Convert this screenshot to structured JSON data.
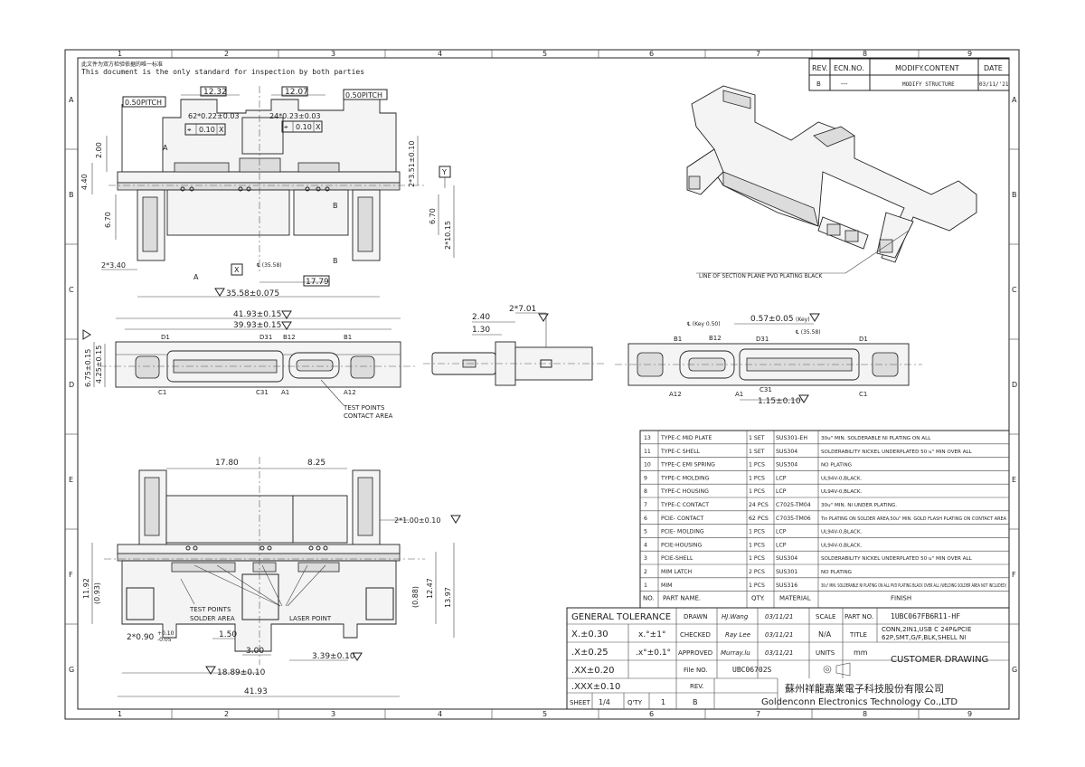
{
  "frame": {
    "columns": [
      "1",
      "2",
      "3",
      "4",
      "5",
      "6",
      "7",
      "8",
      "9"
    ],
    "rows": [
      "A",
      "B",
      "C",
      "D",
      "E",
      "F",
      "G"
    ]
  },
  "header_note": {
    "cn": "此文件为双方检验依据的唯一标准",
    "en": "This document is the only standard for inspection by both parties"
  },
  "revision_table": {
    "headers": [
      "REV.",
      "ECN.NO.",
      "MODIFY.CONTENT",
      "DATE"
    ],
    "row": [
      "B",
      "---",
      "MODIFY STRUCTURE",
      "03/11/'21"
    ]
  },
  "top_view": {
    "pitch_left": "0.50PITCH",
    "pitch_right": "0.50PITCH",
    "dim_1232": "12.32",
    "dim_1207": "12.07",
    "tol_62": "62*0.22±0.03",
    "tol_24": "24*0.23±0.03",
    "fcf_left": [
      "⌖",
      "0.10",
      "X"
    ],
    "fcf_right": [
      "⌖",
      "0.10",
      "X"
    ],
    "dim_200": "2.00",
    "dim_440": "4.40",
    "dim_670_left": "6.70",
    "dim_670_right": "6.70",
    "dim_2x351": "2*3.51±0.10",
    "dim_2x1015": "2*10.15",
    "dim_2x340": "2*3.40",
    "datum_y": "Y",
    "datum_x": "X",
    "cl_note": "℄ (35.58)",
    "dim_1779": "17.79",
    "dim_3558": "35.58±0.075",
    "sec_a1": "A",
    "sec_a2": "A",
    "sec_b1": "B",
    "sec_b2": "B"
  },
  "front_view": {
    "dim_4193": "41.93±0.15",
    "dim_3993": "39.93±0.15",
    "dim_675": "6.75±0.15",
    "dim_425": "4.25±0.15",
    "labels": [
      "D1",
      "D31",
      "B12",
      "B1",
      "C1",
      "C31",
      "A1",
      "A12"
    ],
    "test_points": "TEST POINTS",
    "contact_area": "CONTACT AREA"
  },
  "side_view": {
    "dim_240": "2.40",
    "dim_130": "1.30",
    "dim_2x701": "2*7.01"
  },
  "rear_view": {
    "key_note": "℄ (Key 0.50)",
    "dim_057": "0.57±0.05",
    "key_suffix": "(Key)",
    "cl_note": "℄ (35.58)",
    "labels": [
      "B1",
      "B12",
      "D31",
      "D1",
      "A12",
      "A1",
      "C31",
      "C1"
    ],
    "dim_115": "1.15±0.10"
  },
  "iso_view": {
    "caption": "LINE OF SECTION PLANE PVD PLATING BLACK"
  },
  "bottom_view": {
    "dim_1780": "17.80",
    "dim_825": "8.25",
    "dim_2x100": "2*1.00±0.10",
    "dim_1192": "11.92",
    "dim_093": "(0.93)",
    "dim_088": "(0.88)",
    "dim_1247": "12.47",
    "dim_1397": "13.97",
    "test_points": "TEST POINTS",
    "solder_area": "SOLDER AREA",
    "laser_point": "LASER POINT",
    "dim_2x090": "2*0.90",
    "tol_090_up": "+0.10",
    "tol_090_dn": "-0.05",
    "dim_150": "1.50",
    "dim_300": "3.00",
    "dim_339": "3.39±0.10",
    "dim_1889": "18.89±0.10",
    "dim_4193": "41.93"
  },
  "bom": {
    "header": [
      "NO.",
      "PART NAME.",
      "QTY.",
      "MATERIAL",
      "FINISH"
    ],
    "rows": [
      {
        "no": "13",
        "name": "TYPE-C MID PLATE",
        "qty": "1 SET",
        "mat": "SUS301-EH",
        "finish": "30u\" MIN. SOLDERABLE NI PLATING ON ALL"
      },
      {
        "no": "11",
        "name": "TYPE-C SHELL",
        "qty": "1 SET",
        "mat": "SUS304",
        "finish": "SOLDERABILITY NICKEL UNDERPLATED 50 u\" MIN  OVER ALL"
      },
      {
        "no": "10",
        "name": "TYPE-C EMI SPRING",
        "qty": "1 PCS",
        "mat": "SUS304",
        "finish": "NO PLATING"
      },
      {
        "no": "9",
        "name": "TYPE-C MOLDING",
        "qty": "1 PCS",
        "mat": "LCP",
        "finish": "UL94V-0,BLACK."
      },
      {
        "no": "8",
        "name": "TYPE-C HOUSING",
        "qty": "1 PCS",
        "mat": "LCP",
        "finish": "UL94V-0,BLACK."
      },
      {
        "no": "7",
        "name": "TYPE-C CONTACT",
        "qty": "24 PCS",
        "mat": "C7025-TM04",
        "finish": "30u\" MIN. NI UNDER PLATING."
      },
      {
        "no": "6",
        "name": "PCIE- CONTACT",
        "qty": "62 PCS",
        "mat": "C7035-TM06",
        "finish": "Tin PLATING ON SOLDER AREA,50u\" MIN. GOLD FLASH PLATING ON CONTACT AREA"
      },
      {
        "no": "5",
        "name": "PCIE- MOLDING",
        "qty": "1 PCS",
        "mat": "LCP",
        "finish": "UL94V-0,BLACK."
      },
      {
        "no": "4",
        "name": "PCIE-HOUSING",
        "qty": "1 PCS",
        "mat": "LCP",
        "finish": "UL94V-0,BLACK."
      },
      {
        "no": "3",
        "name": "PCIE-SHELL",
        "qty": "1 PCS",
        "mat": "SUS304",
        "finish": "SOLDERABILITY NICKEL UNDERPLATED 50 u\" MIN  OVER ALL"
      },
      {
        "no": "2",
        "name": "MIM LATCH",
        "qty": "2 PCS",
        "mat": "SUS301",
        "finish": "NO PLATING"
      },
      {
        "no": "1",
        "name": "MIM",
        "qty": "1 PCS",
        "mat": "SUS316",
        "finish": "30u\" MIN. SOLDERABLE NI PLATING ON ALL  PVD PLATING BLACK OVER ALL (WELDING SOLDER AREA NOT INCLUDED)"
      }
    ]
  },
  "title_block": {
    "general_tolerance": "GENERAL TOLERANCE",
    "tolerances": [
      "X.±0.30",
      ".X±0.25",
      ".XX±0.20",
      ".XXX±0.10"
    ],
    "angles": [
      "x.°±1°",
      ".x°±0.1°"
    ],
    "drawn_label": "DRAWN",
    "drawn_name": "HJ.Wang",
    "drawn_date": "03/11/21",
    "checked_label": "CHECKED",
    "checked_name": "Ray Lee",
    "checked_date": "03/11/21",
    "approved_label": "APPROVED",
    "approved_name": "Murray.lu",
    "approved_date": "03/11/21",
    "file_label": "File NO.",
    "file_no": "UBC06702S",
    "rev_label": "REV.",
    "rev": "B",
    "scale_label": "SCALE",
    "scale": "N/A",
    "units_label": "UNITS",
    "units": "mm",
    "part_no_label": "PART NO.",
    "part_no": "1UBC067FB6R11-HF",
    "title_label": "TITLE",
    "title_line1": "CONN,2IN1,USB C 24P&PCIE",
    "title_line2": "62P,SMT,G/F,BLK,SHELL NI",
    "customer_drawing": "CUSTOMER DRAWING",
    "sheet_label": "SHEET",
    "sheet": "1/4",
    "qty_label": "Q'TY",
    "qty": "1",
    "company_cn": "蘇州祥龍嘉業電子科技股份有限公司",
    "company_en": "Goldenconn Electronics Technology Co.,LTD"
  }
}
